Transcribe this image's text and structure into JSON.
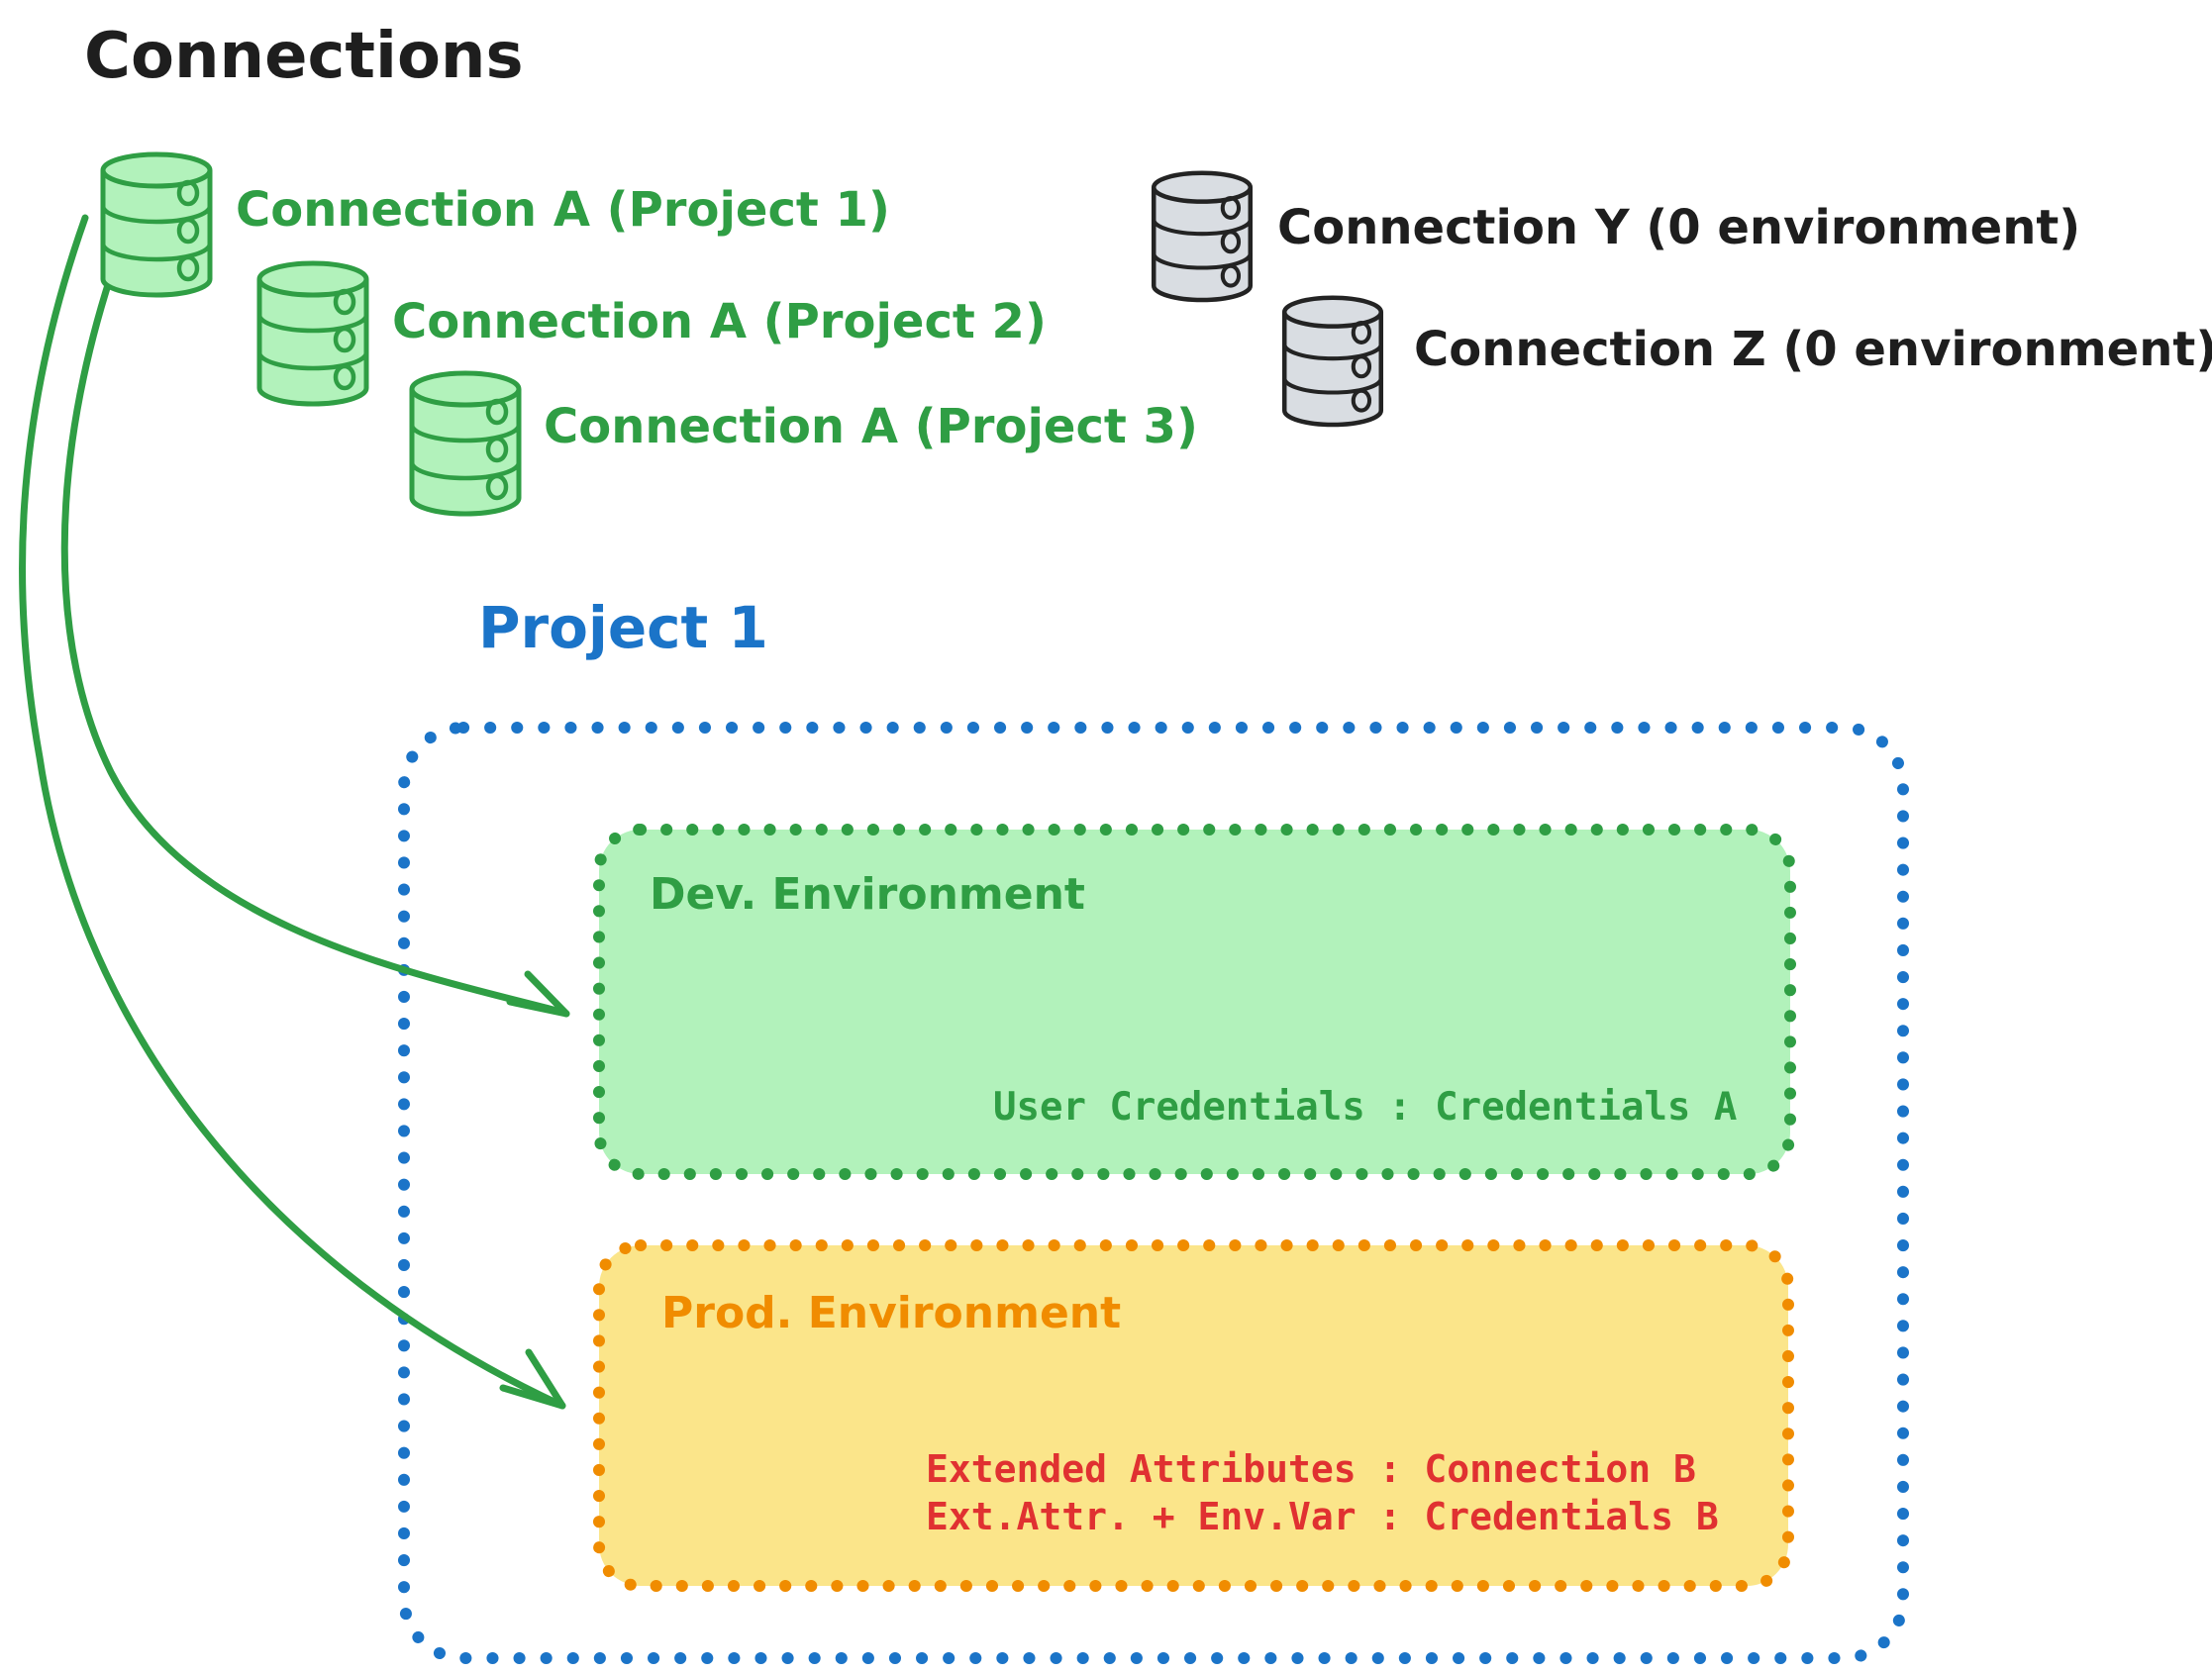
{
  "title": "Connections",
  "palette": {
    "ink": "#1e1e1e",
    "green_stroke": "#2f9e44",
    "green_fill": "#b2f2bb",
    "gray_fill": "#d9dde2",
    "blue": "#1b74c8",
    "orange_stroke": "#f08c00",
    "yellow_fill": "#fbe58a",
    "red": "#e03131",
    "background": "#ffffff"
  },
  "connection_groups": {
    "project_a": [
      {
        "label": "Connection A (Project 1)",
        "icon": "database-icon"
      },
      {
        "label": "Connection A (Project 2)",
        "icon": "database-icon"
      },
      {
        "label": "Connection A (Project 3)",
        "icon": "database-icon"
      }
    ],
    "unassigned": [
      {
        "label": "Connection Y (0 environment)",
        "icon": "database-icon"
      },
      {
        "label": "Connection Z (0 environment)",
        "icon": "database-icon"
      }
    ]
  },
  "project": {
    "title": "Project 1",
    "dev_environment": {
      "title": "Dev. Environment",
      "mapping_lines": [
        "User Credentials : Credentials A"
      ]
    },
    "prod_environment": {
      "title": "Prod. Environment",
      "mapping_lines": [
        "Extended Attributes : Connection B",
        "Ext.Attr. + Env.Var : Credentials B"
      ]
    }
  },
  "arrows": [
    {
      "name": "connection-a-to-dev-environment"
    },
    {
      "name": "connection-a-to-prod-environment"
    }
  ]
}
